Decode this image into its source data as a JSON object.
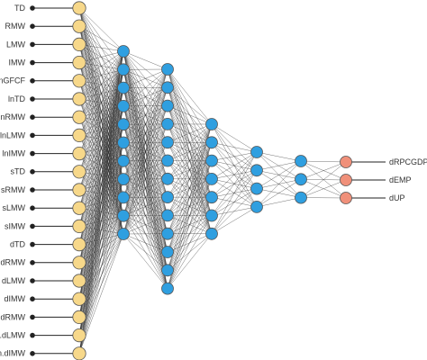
{
  "inputs": [
    "TD",
    "RMW",
    "LMW",
    "IMW",
    "lnGFCF",
    "lnTD",
    "lnRMW",
    "lnLMW",
    "lnIMW",
    "sTD",
    "sRMW",
    "sLMW",
    "sIMW",
    "dTD",
    "dRMW",
    "dLMW",
    "dIMW",
    "ln.dRMW",
    "ln.dLMW",
    "ln.dIMW"
  ],
  "hidden_layers": [
    11,
    13,
    7,
    4,
    3
  ],
  "outputs": [
    "dRPCGDP",
    "dEMP",
    "dUP"
  ],
  "colors": {
    "input_node": "#f7d88a",
    "hidden_node": "#2f9fe0",
    "output_node": "#f0907a",
    "edge": "#2b2b2b"
  }
}
